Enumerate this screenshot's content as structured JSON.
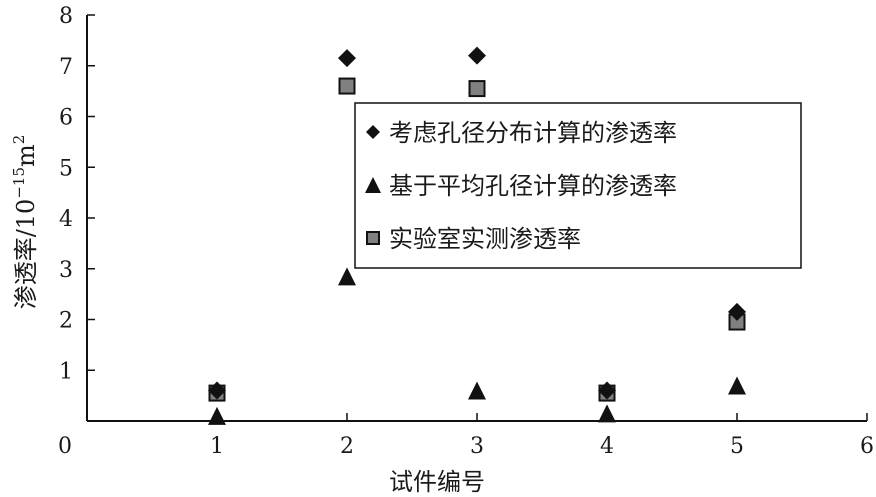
{
  "chart_data": {
    "type": "scatter",
    "xlabel": "试件编号",
    "ylabel_main": "渗透率/10",
    "ylabel_exp": "−15",
    "ylabel_unit": "m",
    "ylabel_unit_exp": "2",
    "xlim": [
      0,
      6
    ],
    "ylim": [
      0,
      8
    ],
    "x_ticks": [
      0,
      1,
      2,
      3,
      4,
      5,
      6
    ],
    "y_ticks": [
      0,
      1,
      2,
      3,
      4,
      5,
      6,
      7,
      8
    ],
    "x_tick_labels": [
      "0",
      "1",
      "2",
      "3",
      "4",
      "5",
      "6"
    ],
    "y_tick_labels": [
      "0",
      "1",
      "2",
      "3",
      "4",
      "5",
      "6",
      "7",
      "8"
    ],
    "grid": false,
    "legend_position": "upper-center",
    "series": [
      {
        "name": "考虑孔径分布计算的渗透率",
        "marker": "diamond",
        "color": "#111111",
        "x": [
          1,
          2,
          3,
          4,
          5
        ],
        "y": [
          0.6,
          7.15,
          7.2,
          0.6,
          2.15
        ]
      },
      {
        "name": "基于平均孔径计算的渗透率",
        "marker": "triangle",
        "color": "#111111",
        "x": [
          1,
          2,
          3,
          4,
          5
        ],
        "y": [
          0.1,
          2.85,
          0.6,
          0.15,
          0.7
        ]
      },
      {
        "name": "实验室实测渗透率",
        "marker": "square",
        "color": "#808080",
        "x": [
          1,
          2,
          3,
          4,
          5
        ],
        "y": [
          0.55,
          6.6,
          6.55,
          0.55,
          1.95
        ]
      }
    ]
  }
}
